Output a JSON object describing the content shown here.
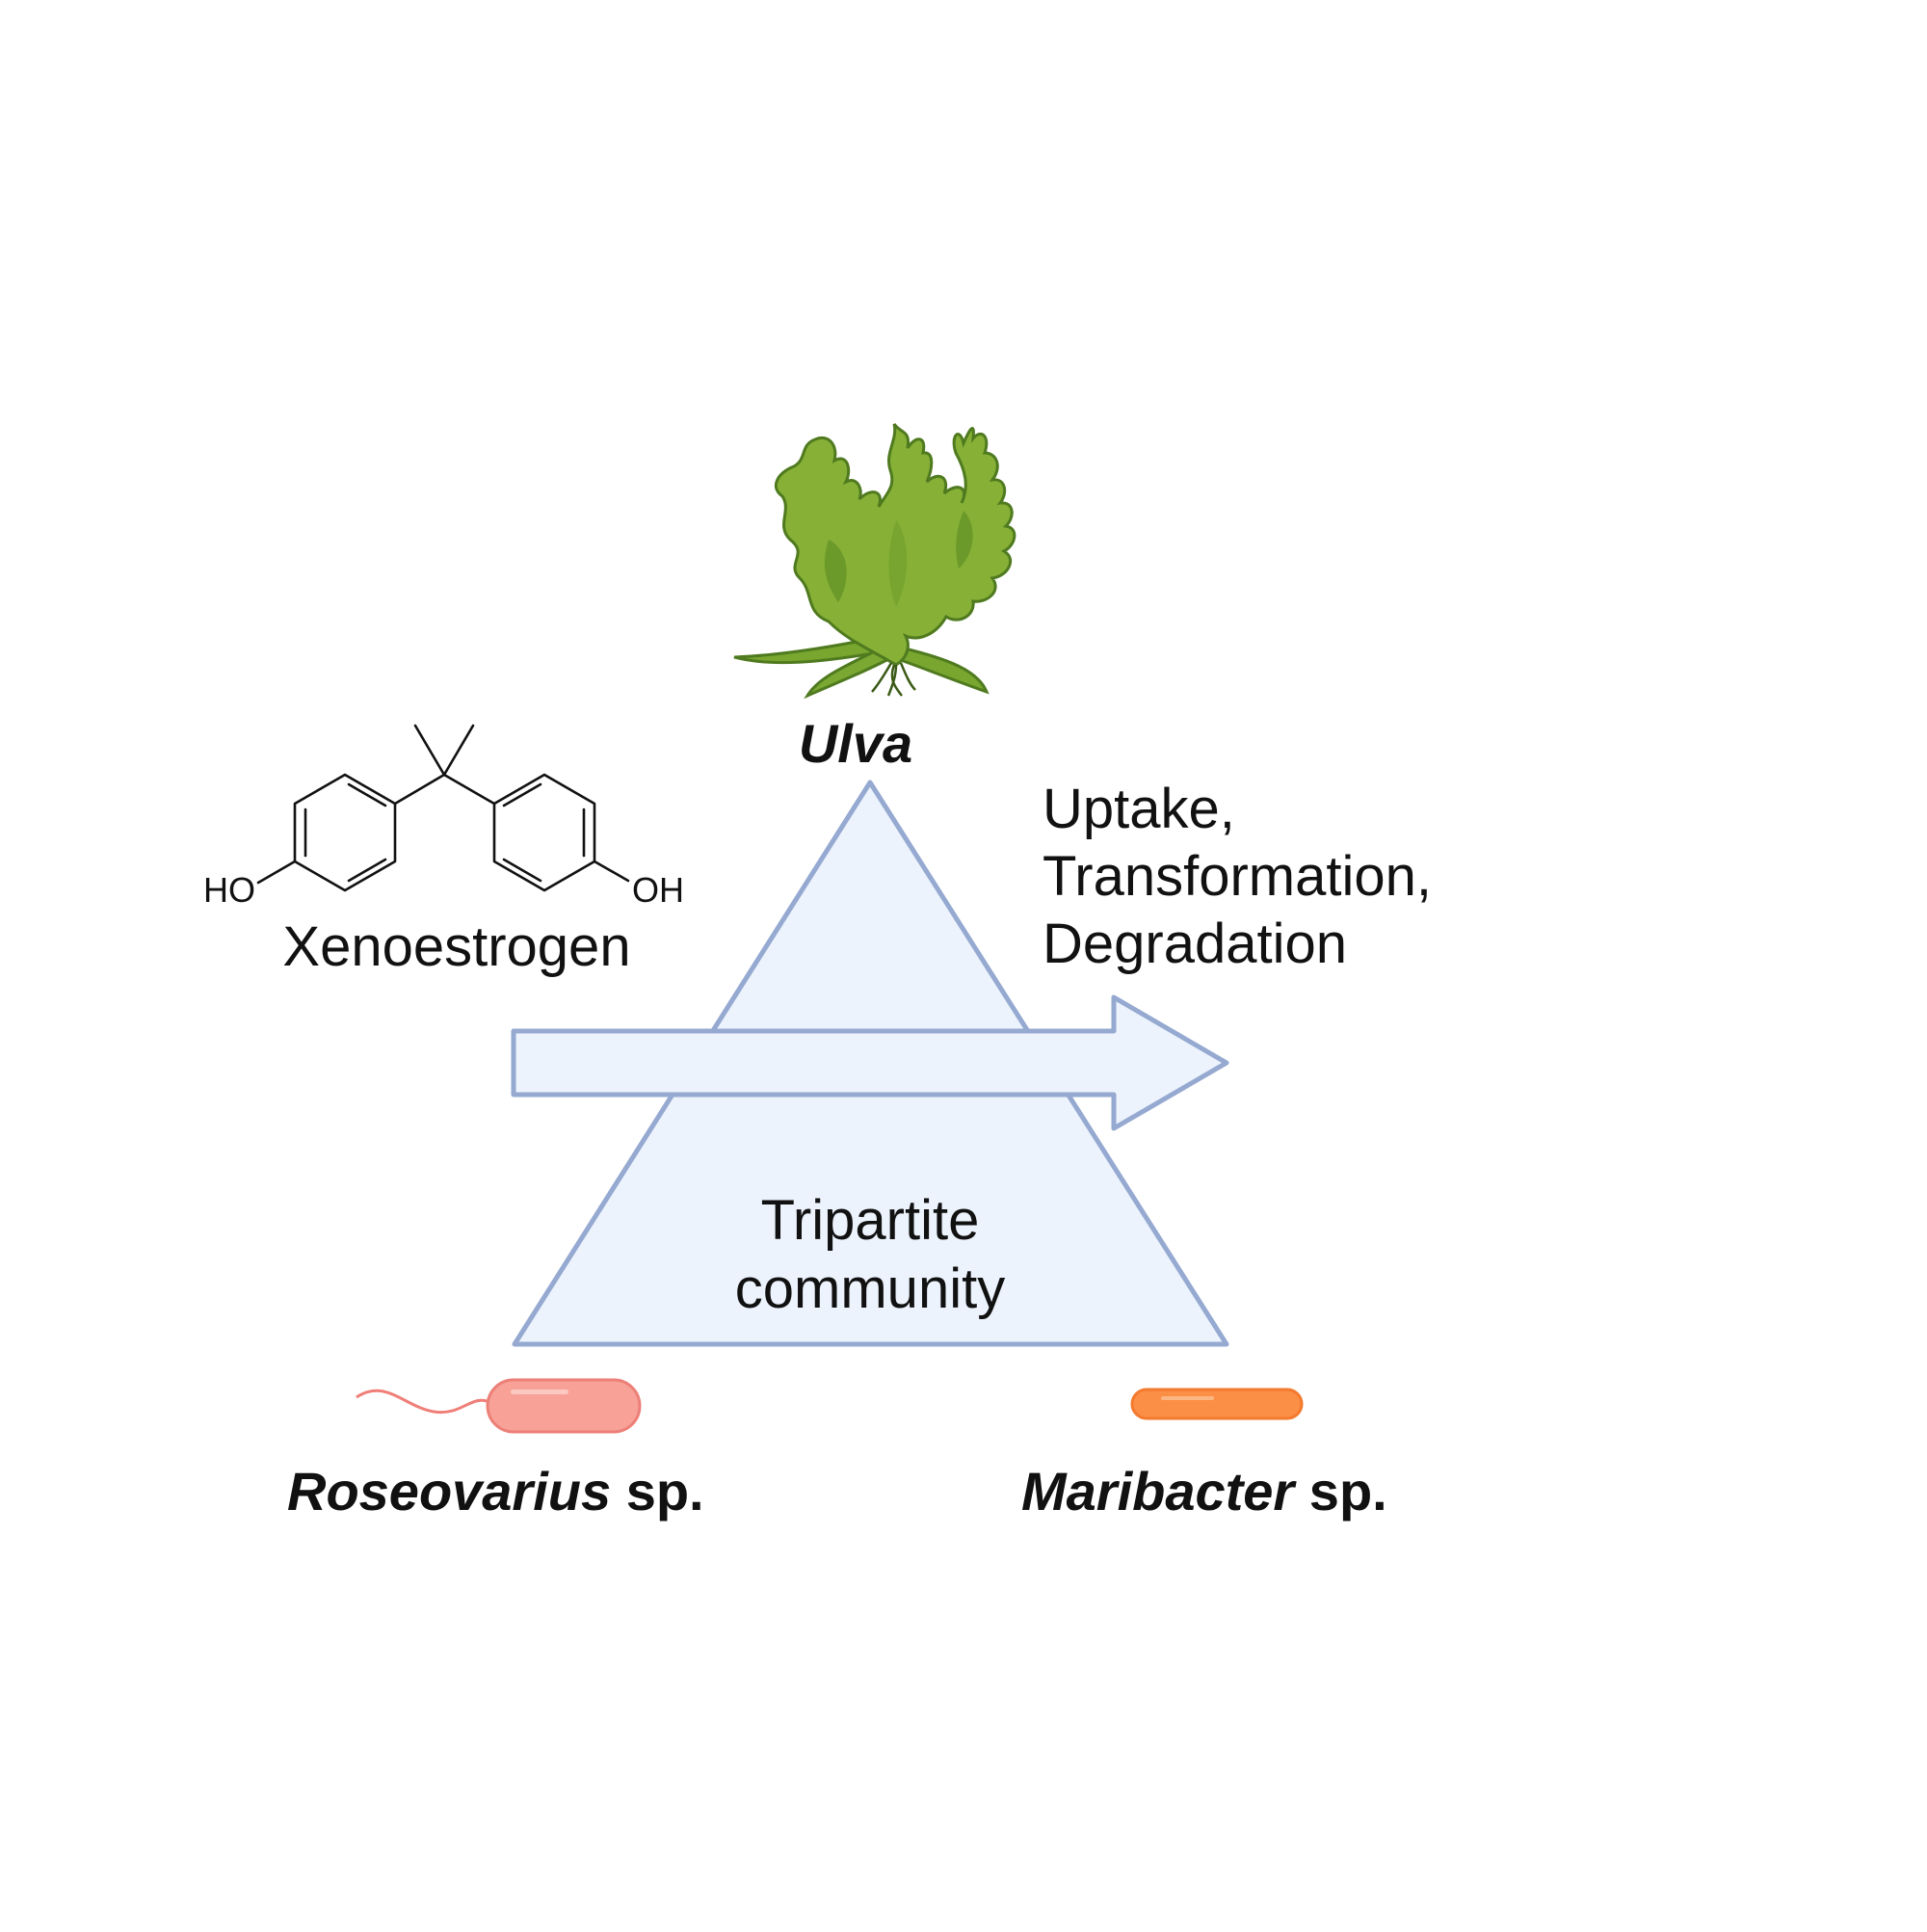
{
  "diagram": {
    "organisms": {
      "alga": {
        "name": "Ulva",
        "icon": "seaweed-icon",
        "color": "#7faa32"
      },
      "bacterium_1": {
        "genus": "Roseovarius",
        "suffix": " sp.",
        "icon": "flagellated-bacterium-icon",
        "color": "#f7a197"
      },
      "bacterium_2": {
        "genus": "Maribacter",
        "suffix": " sp.",
        "icon": "rod-bacterium-icon",
        "color": "#fb8f45"
      }
    },
    "compound": {
      "label": "Xenoestrogen",
      "icon": "bisphenol-structure-icon",
      "groups": {
        "left": "HO",
        "right": "OH"
      }
    },
    "process": {
      "lines": [
        "Uptake,",
        "Transformation,",
        "Degradation"
      ],
      "icon": "right-arrow-icon"
    },
    "center": {
      "lines": [
        "Tripartite",
        "community"
      ],
      "icon": "triangle-shape"
    },
    "colors": {
      "shape_fill": "#ecf3fc",
      "shape_stroke": "#95a9d1",
      "text": "#111111"
    }
  }
}
